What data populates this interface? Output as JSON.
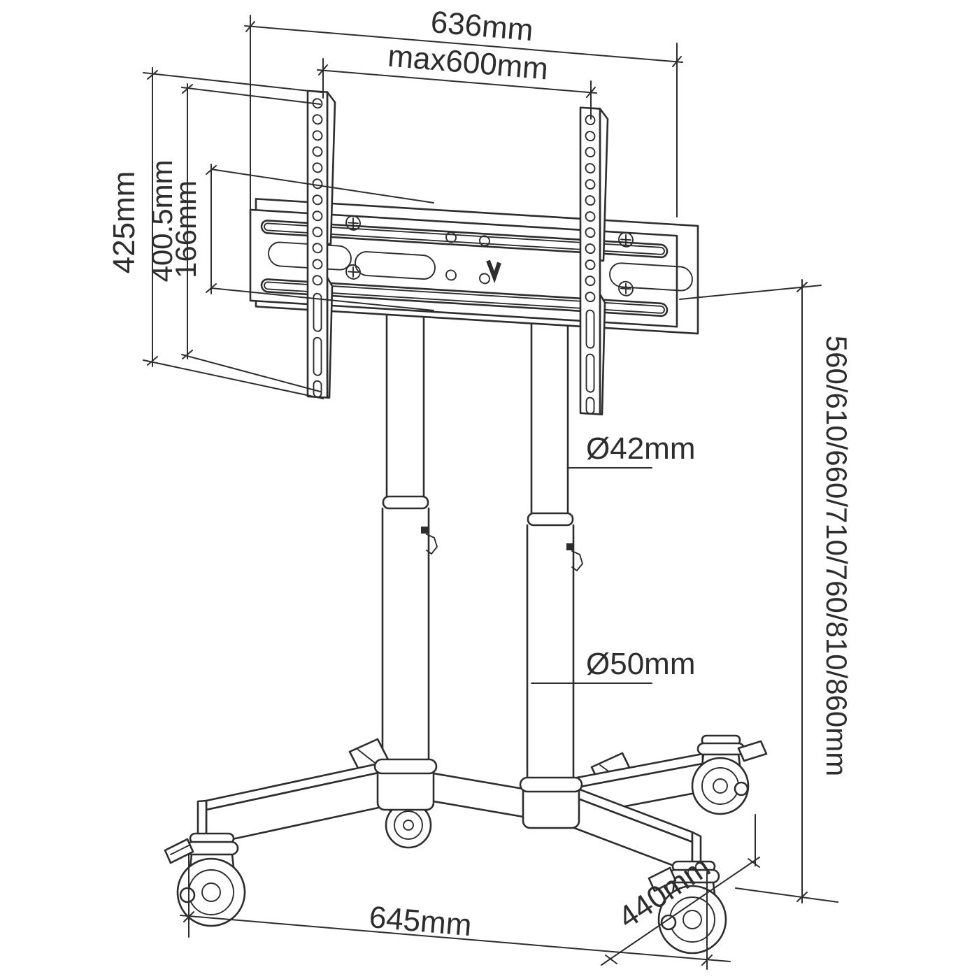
{
  "diagram": {
    "type": "technical-drawing",
    "subject": "Mobile TV trolley stand with VESA bracket, telescopic poles and locking casters",
    "line_color": "#2d2d2d",
    "background_color": "#ffffff",
    "dimensions": {
      "overall_width": "636mm",
      "vesa_width_max": "max600mm",
      "bracket_height": "425mm",
      "vesa_height_max": "400.5mm",
      "rail_spacing": "166mm",
      "upper_pole_diameter": "Ø42mm",
      "lower_pole_diameter": "Ø50mm",
      "height_settings": "560/610/660/710/760/810/860mm",
      "base_width": "645mm",
      "base_depth": "440mm"
    }
  }
}
